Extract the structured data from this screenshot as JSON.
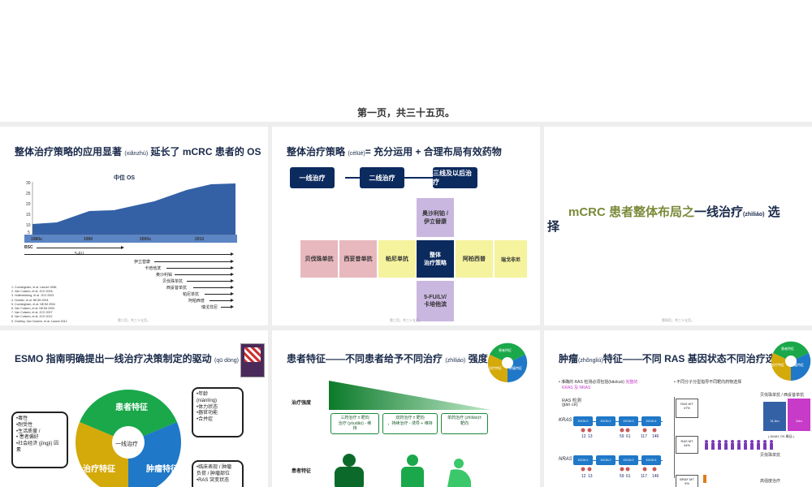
{
  "page_label": "第一页，共三十五页。",
  "slide1": {
    "title_a": "整体治疗策略的应用显著",
    "title_pinyin": "(xiǎnzhù)",
    "title_b": "延长了 mCRC 患者的 OS",
    "chart_title": "中位 OS",
    "y_ticks": [
      "30",
      "25",
      "20",
      "15",
      "10",
      "5"
    ],
    "x_ticks": [
      "1980s",
      "1990",
      "2000s",
      "2010"
    ],
    "bsc": "BSC",
    "fu": "5-FU",
    "drugs": [
      "伊立替康",
      "卡培他滨",
      "奥沙利铂",
      "贝伐珠单抗",
      "西妥昔单抗",
      "帕尼单抗",
      "阿柏西普",
      "瑞戈非尼"
    ],
    "refs": [
      "1.    Cunningham, et al. Lancet 1998;",
      "2. Van Cutsem, et al. JCO 2004;",
      "3. Hoffmeisberg, et al. JCO 2003",
      "4. Hurwitz, et al. NEJM 2004",
      "5. Cunningham, et al. NEJM 2004",
      "6. Van Cutsem, et al. NEJM 2009",
      "7. Van Cutsem, et al. JCO 2007",
      "8. Van Cutsem, et al. JCO 2012",
      "9. Grothey, Van Cutsem, et al. Lancet 2012"
    ],
    "footer": "第二页，共三十五页。"
  },
  "slide2": {
    "title_a": "整体治疗策略",
    "title_pinyin": "(cèlüè)",
    "title_b": "= 充分运用 + 合理布局有效药物",
    "lines": [
      "一线治疗",
      "二线治疗",
      "三线及以后治疗"
    ],
    "pieces": {
      "top": "奥沙利铂 /\n伊立替康",
      "left1": "贝伐珠单抗",
      "left2": "西妥昔单抗",
      "left3": "帕尼单抗",
      "center": "整体\n治疗策略",
      "right1": "阿柏西普",
      "right2": "瑞戈非尼",
      "bottom": "5-FU/LV/\n卡培他滨"
    },
    "footer": "第三页，共三十五页。"
  },
  "slide3": {
    "title_a": "mCRC 患者整体布局之",
    "title_b": "一线治疗",
    "title_pinyin": "(zhìliáo)",
    "title_c": "选",
    "title_d": "择",
    "footer": "第四页，共三十五页。"
  },
  "slide4": {
    "title_a": "ESMO 指南明确提出一线治疗决策制定的驱动",
    "title_pinyin": "(qū dòng)",
    "title_b": "因素",
    "segments": [
      "患者特征",
      "治疗特征",
      "肿瘤特征"
    ],
    "center": "一线治疗",
    "left_bubble": [
      "•毒性",
      "•耐受性",
      "•生活质量 /",
      "•  患者偏好",
      "•社会经济 (jīngjì) 因",
      "  素"
    ],
    "right_top": [
      "•年龄",
      "  (niánlíng)",
      "•体力状态",
      "•器官功能",
      "•合并症"
    ],
    "right_bottom": [
      "•临床表现 / 肿瘤",
      "  负荷 / 肿瘤部位",
      "•RAS 突变状态"
    ]
  },
  "slide5": {
    "title_a": "患者特征——不同患者给予不同治疗",
    "title_pinyin": "(zhìliáo)",
    "title_b": "强度",
    "label_intensity": "治疗强度",
    "label_patient": "患者特征",
    "boxes": [
      "三药治疗 ± 靶向\n治疗 (yòudǎo) - 维\n持",
      "双药治疗 ± 靶向\n，持续治疗 - 诱导 + 维持",
      "单药治疗 (zhìliáo)±\n靶向"
    ],
    "mini_pie": [
      "患者特征",
      "治疗特征",
      "肿瘤特征"
    ]
  },
  "slide6": {
    "title_a": "肿瘤",
    "title_pinyin1": "(zhǒngliú)",
    "title_b": "特征——不同 RAS 基因状态不同治疗选",
    "bullet1_a": "• 准确的 RAS 检测必须包括",
    "bullet1_pinyin": "(bāokuò)",
    "bullet1_b": "完整的",
    "bullet1_c": "KRAS 及 NRAS",
    "bullet2": "• 不同分子分型指导不同靶向药物选择",
    "ras_check": "RAS 检测",
    "ras_check_pinyin": "(jiǎn cè)",
    "kras": "KRAS",
    "nras": "NRAS",
    "exons": [
      "EXON 2",
      "EXON 2",
      "EXON 3",
      "EXON 4"
    ],
    "codons": [
      "12",
      "13",
      "59",
      "61",
      "117",
      "146"
    ],
    "groups": [
      {
        "label": "RAS WT\n47%",
        "drug": "贝伐珠单抗 / 西妥昔单抗"
      },
      {
        "label": "RAS MT\n44%",
        "drug": "贝伐珠单抗"
      },
      {
        "label": "BRAF MT\n9%",
        "drug": "高强度治疗"
      }
    ],
    "os_note": "( 80481 OS 概括 )",
    "bar_labels": [
      "31.6m",
      "33m"
    ],
    "mini_pie": [
      "患者特征",
      "治疗特征",
      "肿瘤特征"
    ]
  }
}
